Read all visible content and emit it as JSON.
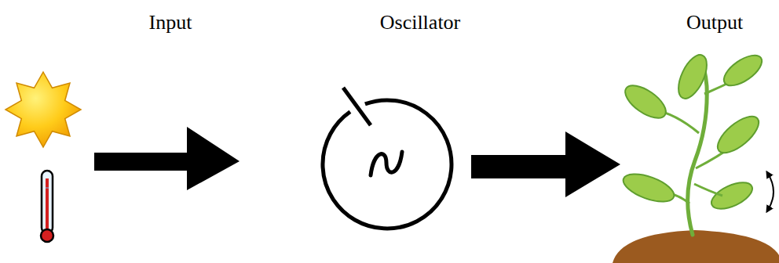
{
  "diagram": {
    "labels": [
      "Input",
      "Oscillator",
      "Output"
    ]
  }
}
